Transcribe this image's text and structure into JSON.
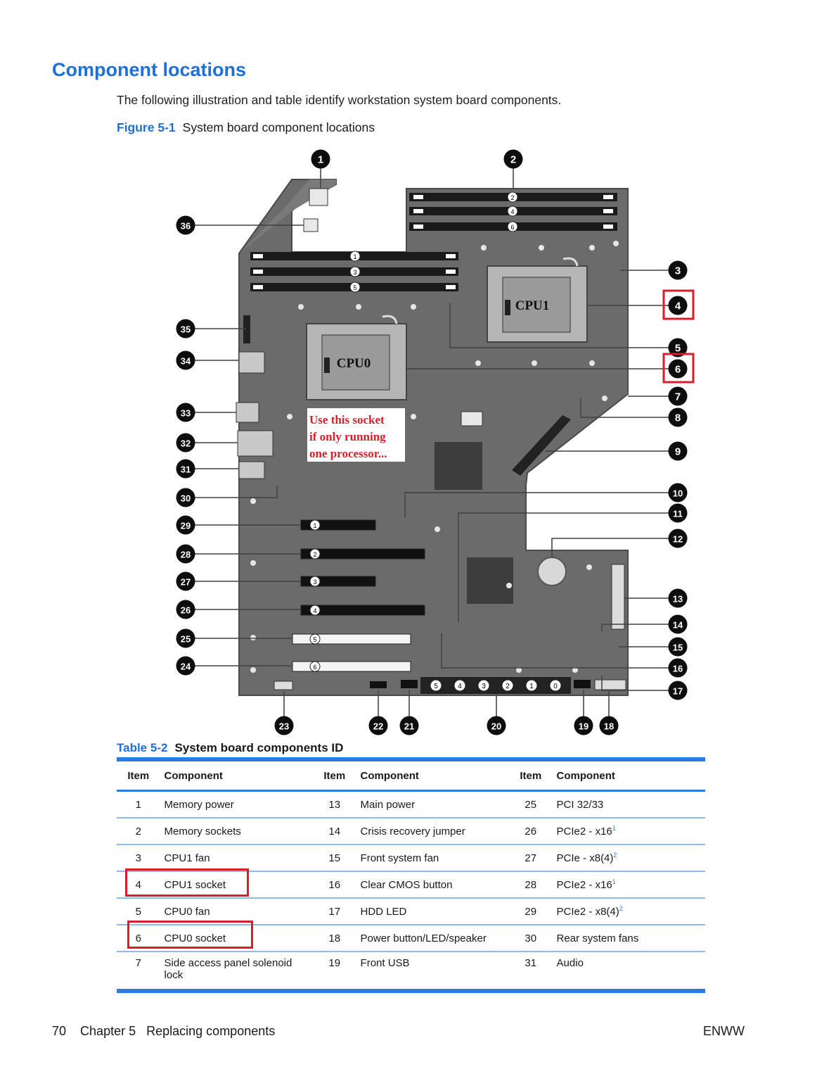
{
  "section_title": "Component locations",
  "intro": "The following illustration and table identify workstation system board components.",
  "figure": {
    "label": "Figure 5-1",
    "title": "System board component locations",
    "callouts": [
      "1",
      "2",
      "3",
      "4",
      "5",
      "6",
      "7",
      "8",
      "9",
      "10",
      "11",
      "12",
      "13",
      "14",
      "15",
      "16",
      "17",
      "18",
      "19",
      "20",
      "21",
      "22",
      "23",
      "24",
      "25",
      "26",
      "27",
      "28",
      "29",
      "30",
      "31",
      "32",
      "33",
      "34",
      "35",
      "36"
    ],
    "highlighted_callouts": [
      "4",
      "6"
    ],
    "cpu1_label": "CPU1",
    "cpu0_label": "CPU0",
    "note_lines": [
      "Use this socket",
      "if only running",
      "one processor..."
    ],
    "dimm_slot_numbers_upper": [
      "2",
      "4",
      "6"
    ],
    "dimm_slot_numbers_lower": [
      "1",
      "3",
      "5"
    ],
    "slot_numbers": [
      "1",
      "2",
      "3",
      "4",
      "5",
      "6"
    ],
    "connector_numbers": [
      "5",
      "4",
      "3",
      "2",
      "1",
      "0"
    ]
  },
  "table": {
    "label": "Table 5-2",
    "title": "System board components ID",
    "headers": [
      "Item",
      "Component",
      "Item",
      "Component",
      "Item",
      "Component"
    ],
    "rows": [
      [
        "1",
        "Memory power",
        "13",
        "Main power",
        "25",
        "PCI 32/33"
      ],
      [
        "2",
        "Memory sockets",
        "14",
        "Crisis recovery jumper",
        "26",
        "PCIe2 - x16"
      ],
      [
        "3",
        "CPU1 fan",
        "15",
        "Front system fan",
        "27",
        "PCIe - x8(4)"
      ],
      [
        "4",
        "CPU1 socket",
        "16",
        "Clear CMOS button",
        "28",
        "PCIe2 - x16"
      ],
      [
        "5",
        "CPU0 fan",
        "17",
        "HDD LED",
        "29",
        "PCIe2 - x8(4)"
      ],
      [
        "6",
        "CPU0 socket",
        "18",
        "Power button/LED/speaker",
        "30",
        "Rear system fans"
      ],
      [
        "7",
        "Side access panel solenoid lock",
        "19",
        "Front USB",
        "31",
        "Audio"
      ]
    ],
    "footnotes": {
      "26": "1",
      "27": "2",
      "28": "1",
      "29": "2"
    },
    "highlighted_rows": [
      "4",
      "6"
    ]
  },
  "footer": {
    "page_number": "70",
    "chapter": "Chapter 5",
    "chapter_title": "Replacing components",
    "code": "ENWW"
  },
  "colors": {
    "heading_blue": "#1f6fd8",
    "rule_blue": "#2b7be4",
    "highlight_red": "#d61f2a",
    "note_red": "#d61f2a",
    "board_gray": "#6b6b6b"
  }
}
